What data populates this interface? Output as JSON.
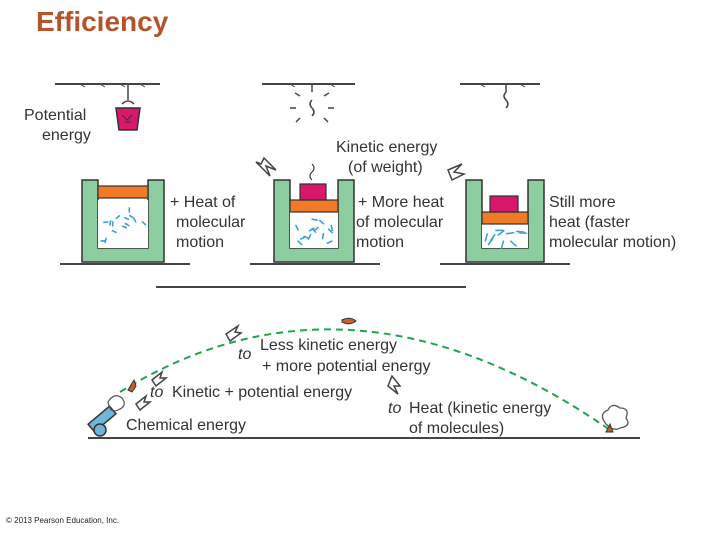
{
  "slide": {
    "title": "Efficiency"
  },
  "figure": {
    "top_row": {
      "potential_energy_line1": "Potential",
      "potential_energy_line2": "energy",
      "kinetic_line1": "Kinetic energy",
      "kinetic_line2": "(of weight)",
      "heat1_line1": "+ Heat of",
      "heat1_line2": "molecular",
      "heat1_line3": "motion",
      "heat2_line1": "+ More heat",
      "heat2_line2": "of molecular",
      "heat2_line3": "motion",
      "heat3_line1": "Still more",
      "heat3_line2": "heat (faster",
      "heat3_line3": "molecular motion)"
    },
    "bottom_row": {
      "less_kinetic_to": "to",
      "less_kinetic_line1": "Less kinetic energy",
      "less_kinetic_line2": "+ more potential energy",
      "kinetic_potential_to": "to",
      "kinetic_potential_text": "Kinetic + potential energy",
      "chemical_text": "Chemical energy",
      "heat_to": "to",
      "heat_line1": "Heat (kinetic energy",
      "heat_line2": "of molecules)"
    },
    "colors": {
      "weight": "#d8196b",
      "tank_wall": "#8ccc9e",
      "piston": "#f07a26",
      "molecules": "#3aa0d8",
      "trajectory": "#1fa64a",
      "bullet": "#c7602f"
    }
  },
  "footer": {
    "copyright": "© 2013 Pearson Education, Inc."
  }
}
